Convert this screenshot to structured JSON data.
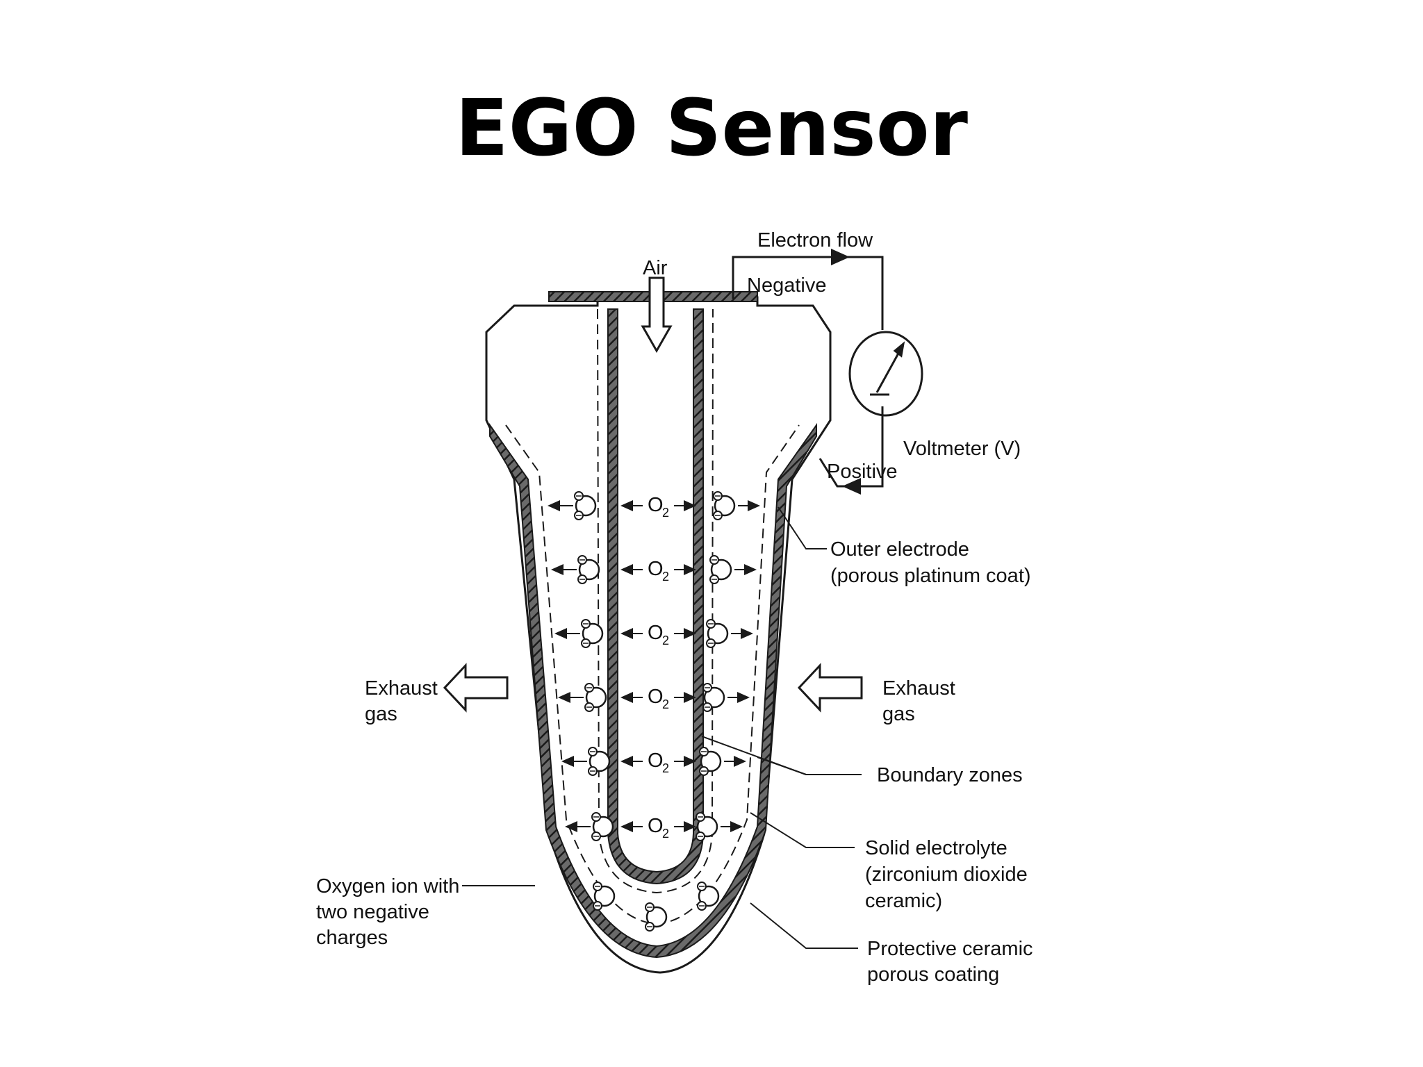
{
  "title": "EGO Sensor",
  "labels": {
    "electron_flow": "Electron flow",
    "air": "Air",
    "negative": "Negative",
    "positive": "Positive",
    "voltmeter": "Voltmeter (V)",
    "outer_electrode_1": "Outer electrode",
    "outer_electrode_2": "(porous platinum coat)",
    "exhaust_left_1": "Exhaust",
    "exhaust_left_2": "gas",
    "exhaust_right_1": "Exhaust",
    "exhaust_right_2": "gas",
    "boundary_zones": "Boundary zones",
    "solid_electrolyte_1": "Solid electrolyte",
    "solid_electrolyte_2": "(zirconium dioxide",
    "solid_electrolyte_3": "ceramic)",
    "oxygen_ion_1": "Oxygen ion with",
    "oxygen_ion_2": "two negative",
    "oxygen_ion_3": "charges",
    "protective_1": "Protective ceramic",
    "protective_2": "porous coating",
    "o2_main": "O",
    "o2_sub": "2",
    "charge": "⊖"
  },
  "colors": {
    "line": "#1a1a1a",
    "hatch": "#3a3a3a"
  }
}
